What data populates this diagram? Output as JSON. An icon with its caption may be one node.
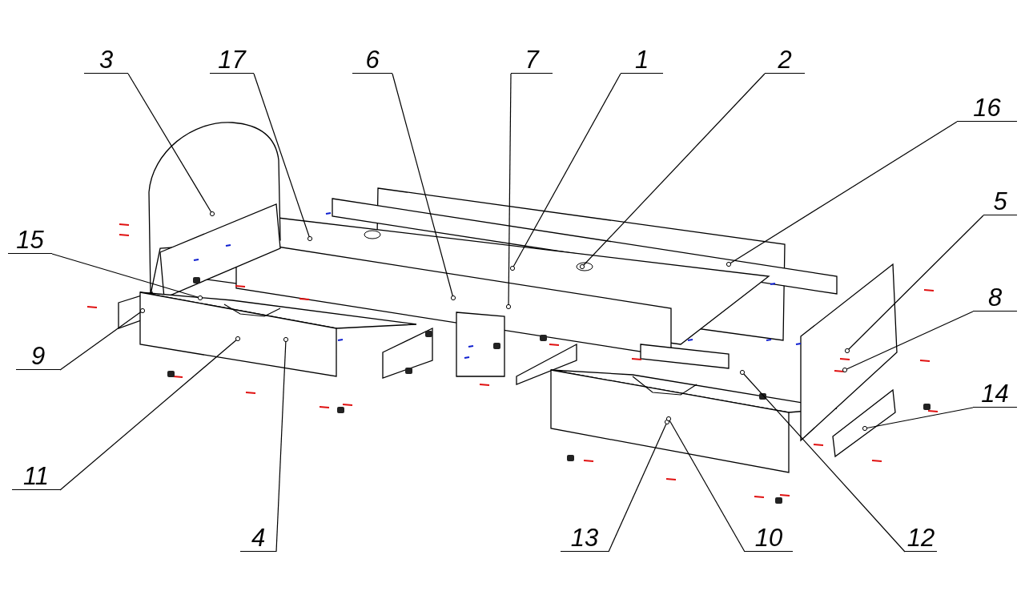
{
  "diagram": {
    "nodes": [
      {
        "text": [
          "3"
        ]
      },
      {
        "text": [
          "17"
        ]
      },
      {
        "text": [
          "6"
        ]
      },
      {
        "text": [
          "7"
        ]
      },
      {
        "text": [
          "1"
        ]
      },
      {
        "text": [
          "2"
        ]
      },
      {
        "text": [
          "16"
        ]
      },
      {
        "text": [
          "5"
        ]
      },
      {
        "text": [
          "15"
        ]
      },
      {
        "text": [
          "8"
        ]
      },
      {
        "text": [
          "9"
        ]
      },
      {
        "text": [
          "14"
        ]
      },
      {
        "text": [
          "11"
        ]
      },
      {
        "text": [
          "4"
        ]
      },
      {
        "text": [
          "13"
        ]
      },
      {
        "text": [
          "10"
        ]
      },
      {
        "text": [
          "12"
        ]
      }
    ],
    "edges": [
      {
        "from": 0,
        "to": null,
        "arrow": "other"
      },
      {
        "from": 1,
        "to": null,
        "arrow": "other"
      },
      {
        "from": 2,
        "to": null,
        "arrow": "other"
      },
      {
        "from": 3,
        "to": null,
        "arrow": "other"
      },
      {
        "from": 4,
        "to": null,
        "arrow": "other"
      },
      {
        "from": 5,
        "to": null,
        "arrow": "other"
      },
      {
        "from": 6,
        "to": null,
        "arrow": "other"
      },
      {
        "from": 7,
        "to": null,
        "arrow": "other"
      },
      {
        "from": 8,
        "to": null,
        "arrow": "other"
      },
      {
        "from": 9,
        "to": null,
        "arrow": "other"
      },
      {
        "from": 10,
        "to": null,
        "arrow": "other"
      },
      {
        "from": 11,
        "to": null,
        "arrow": "other"
      },
      {
        "from": 12,
        "to": null,
        "arrow": "other"
      },
      {
        "from": 13,
        "to": null,
        "arrow": "other"
      },
      {
        "from": 14,
        "to": null,
        "arrow": "other"
      },
      {
        "from": 15,
        "to": null,
        "arrow": "other"
      },
      {
        "from": 16,
        "to": null,
        "arrow": "other"
      }
    ]
  }
}
